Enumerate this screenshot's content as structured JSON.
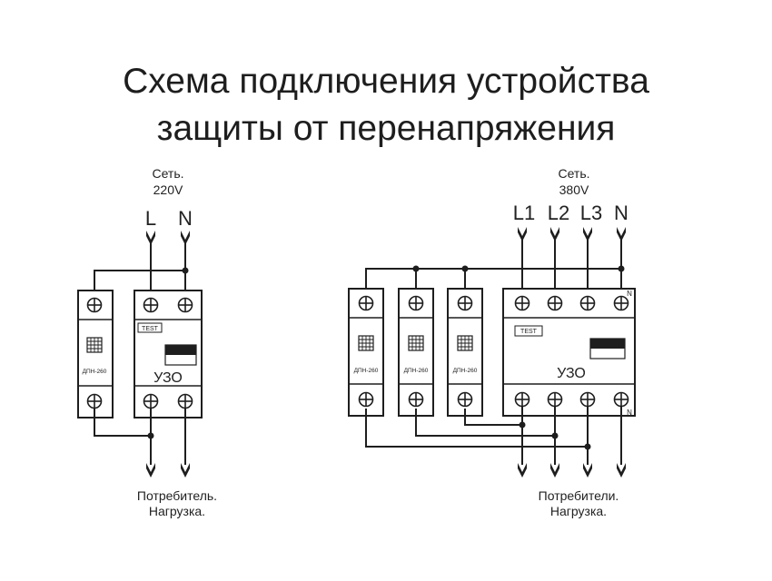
{
  "title": {
    "line1": "Схема подключения устройства",
    "line2": "защиты от перенапряжения"
  },
  "single_phase": {
    "network_label": "Сеть.",
    "voltage": "220V",
    "inputs": [
      "L",
      "N"
    ],
    "dpn_label": "ДПН-260",
    "test_label": "TEST",
    "uzo_label": "УЗО",
    "load_line1": "Потребитель.",
    "load_line2": "Нагрузка."
  },
  "three_phase": {
    "network_label": "Сеть.",
    "voltage": "380V",
    "inputs": [
      "L1",
      "L2",
      "L3",
      "N"
    ],
    "dpn_labels": [
      "ДПН-260",
      "ДПН-260",
      "ДПН-260"
    ],
    "test_label": "TEST",
    "uzo_label": "УЗО",
    "neutral_mark_top": "N",
    "neutral_mark_bottom": "N",
    "load_line1": "Потребители.",
    "load_line2": "Нагрузка."
  },
  "colors": {
    "ink": "#1e1e1e",
    "background": "#ffffff"
  }
}
